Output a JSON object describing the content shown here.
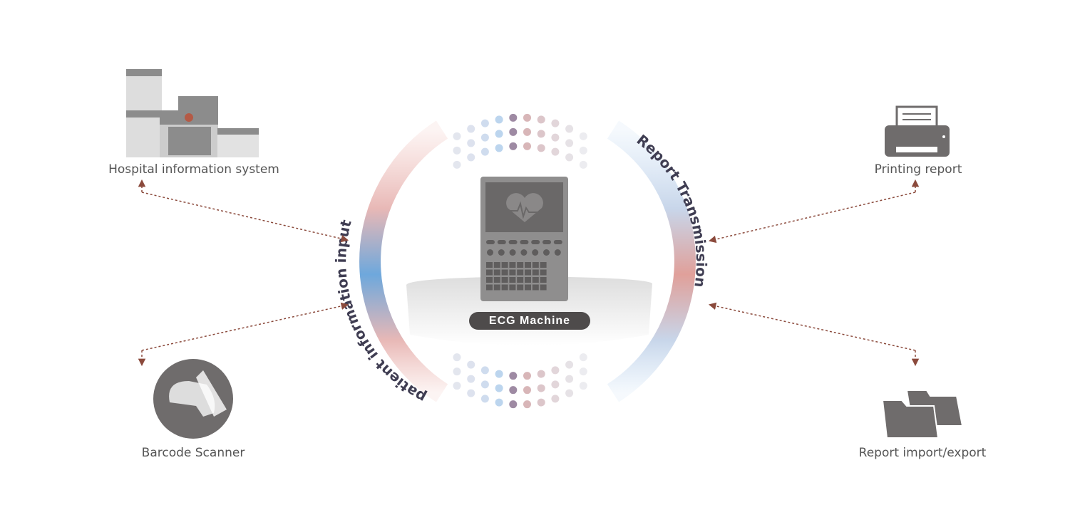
{
  "center": {
    "title": "ECG Machine",
    "left_arc": "patient information input",
    "right_arc": "Report Transmission"
  },
  "nodes": [
    {
      "label": "Hospital information system",
      "icon": "hospital-icon"
    },
    {
      "label": "Barcode Scanner",
      "icon": "barcode-scanner-icon"
    },
    {
      "label": "Printing report",
      "icon": "printer-icon"
    },
    {
      "label": "Report import/export",
      "icon": "folder-icon"
    }
  ],
  "colors": {
    "arrow": "#8b4a3c",
    "icon": "#6f6c6c",
    "blue": "#6ea8dc",
    "pink": "#e0a09a"
  }
}
